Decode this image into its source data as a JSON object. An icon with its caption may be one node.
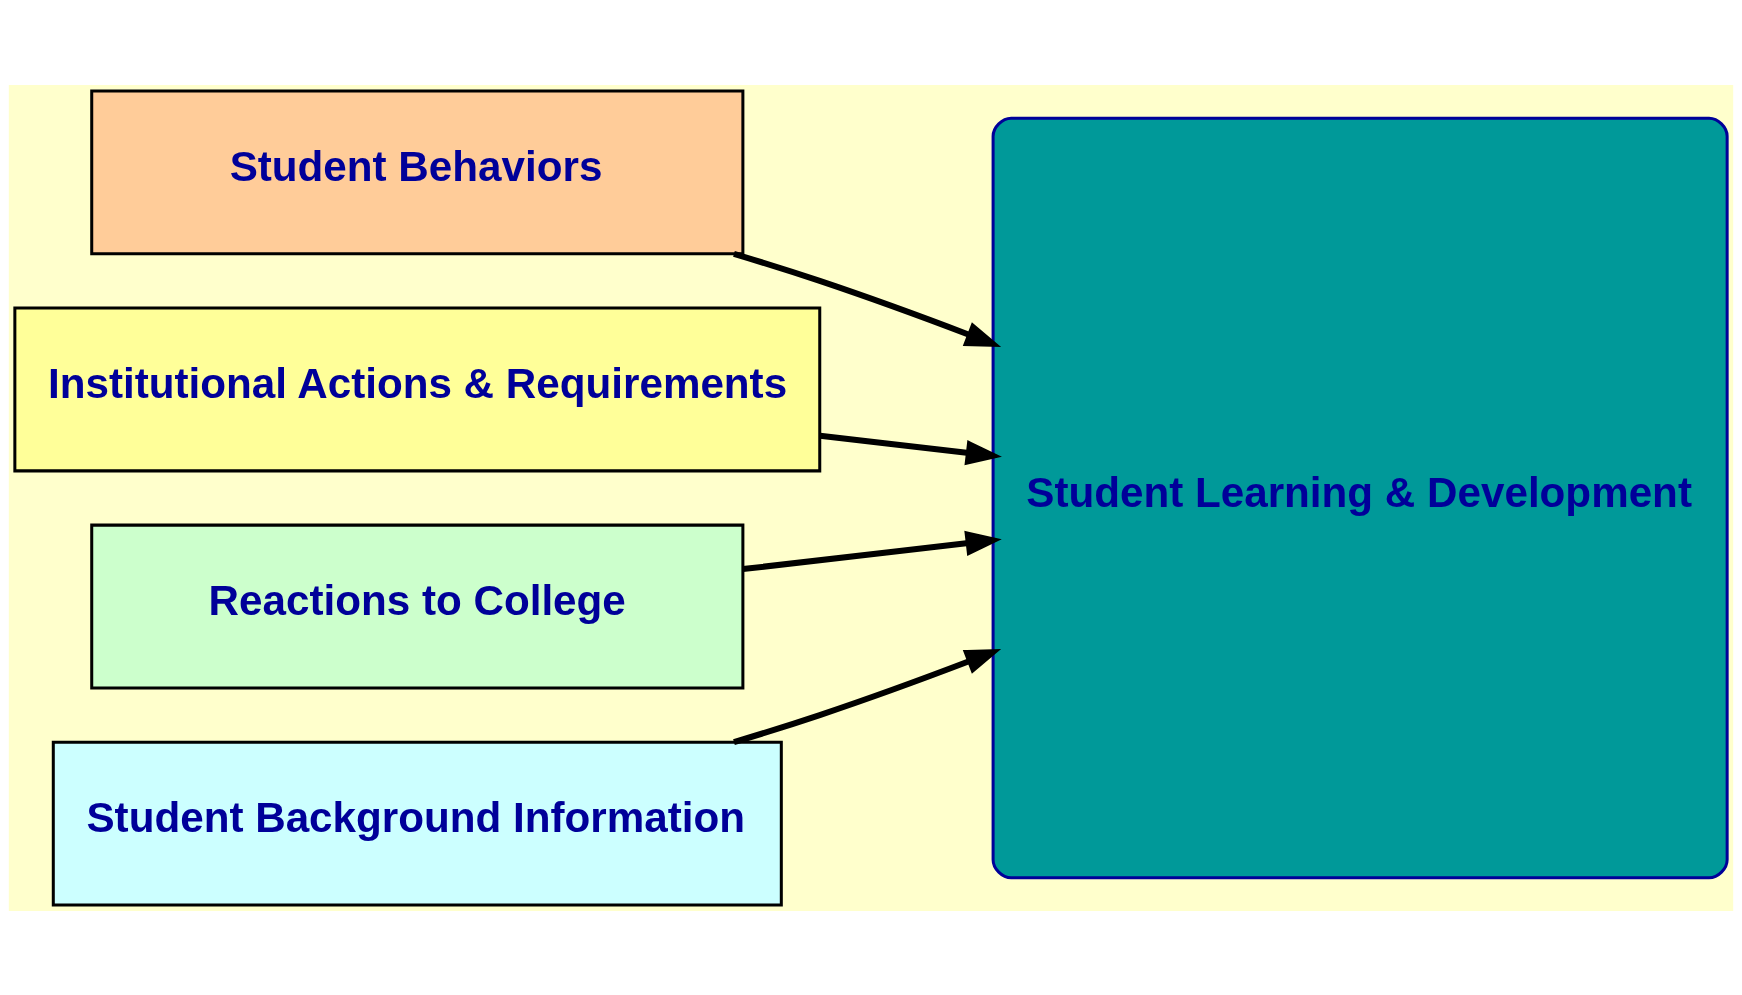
{
  "diagram": {
    "nodes": [
      {
        "text": [
          "Student Behaviors"
        ]
      },
      {
        "text": [
          "Institutional Actions & Requirements"
        ]
      },
      {
        "text": [
          "Reactions to College"
        ]
      },
      {
        "text": [
          "Student Background Information"
        ]
      },
      {
        "text": [
          "Student Learning & Development"
        ]
      }
    ],
    "edges": [
      {
        "from": 0,
        "to": 4,
        "arrow": "to"
      },
      {
        "from": 1,
        "to": 4,
        "arrow": "to"
      },
      {
        "from": 2,
        "to": 4,
        "arrow": "to"
      },
      {
        "from": 3,
        "to": 4,
        "arrow": "to"
      }
    ]
  }
}
